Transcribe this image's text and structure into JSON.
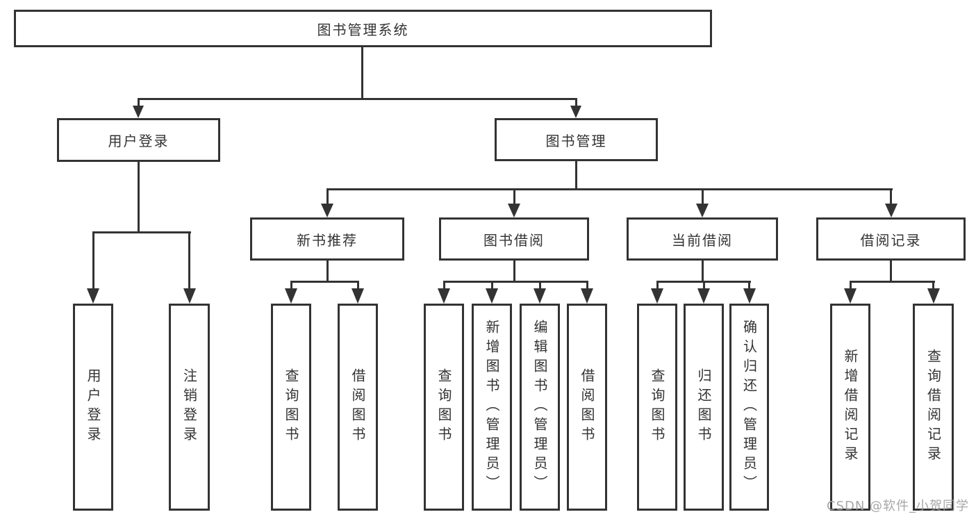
{
  "nodes": {
    "root": "图书管理系统",
    "user_login": "用户登录",
    "book_mgmt": "图书管理",
    "new_books": "新书推荐",
    "book_borrow": "图书借阅",
    "current_borrow": "当前借阅",
    "borrow_records": "借阅记录",
    "leaf_user_login": "用户登录",
    "leaf_logout": "注销登录",
    "leaf_nb_query": "查询图书",
    "leaf_nb_borrow": "借阅图书",
    "leaf_bb_query": "查询图书",
    "leaf_bb_add": "新增图书（管理员）",
    "leaf_bb_edit": "编辑图书（管理员）",
    "leaf_bb_borrow": "借阅图书",
    "leaf_cb_query": "查询图书",
    "leaf_cb_return": "归还图书",
    "leaf_cb_confirm": "确认归还（管理员）",
    "leaf_br_add": "新增借阅记录",
    "leaf_br_query": "查询借阅记录"
  },
  "watermark": "CSDN @软件_小贺同学",
  "colors": {
    "line": "#333333",
    "text": "#333333",
    "background": "#ffffff",
    "watermark": "#9e9e9e"
  }
}
